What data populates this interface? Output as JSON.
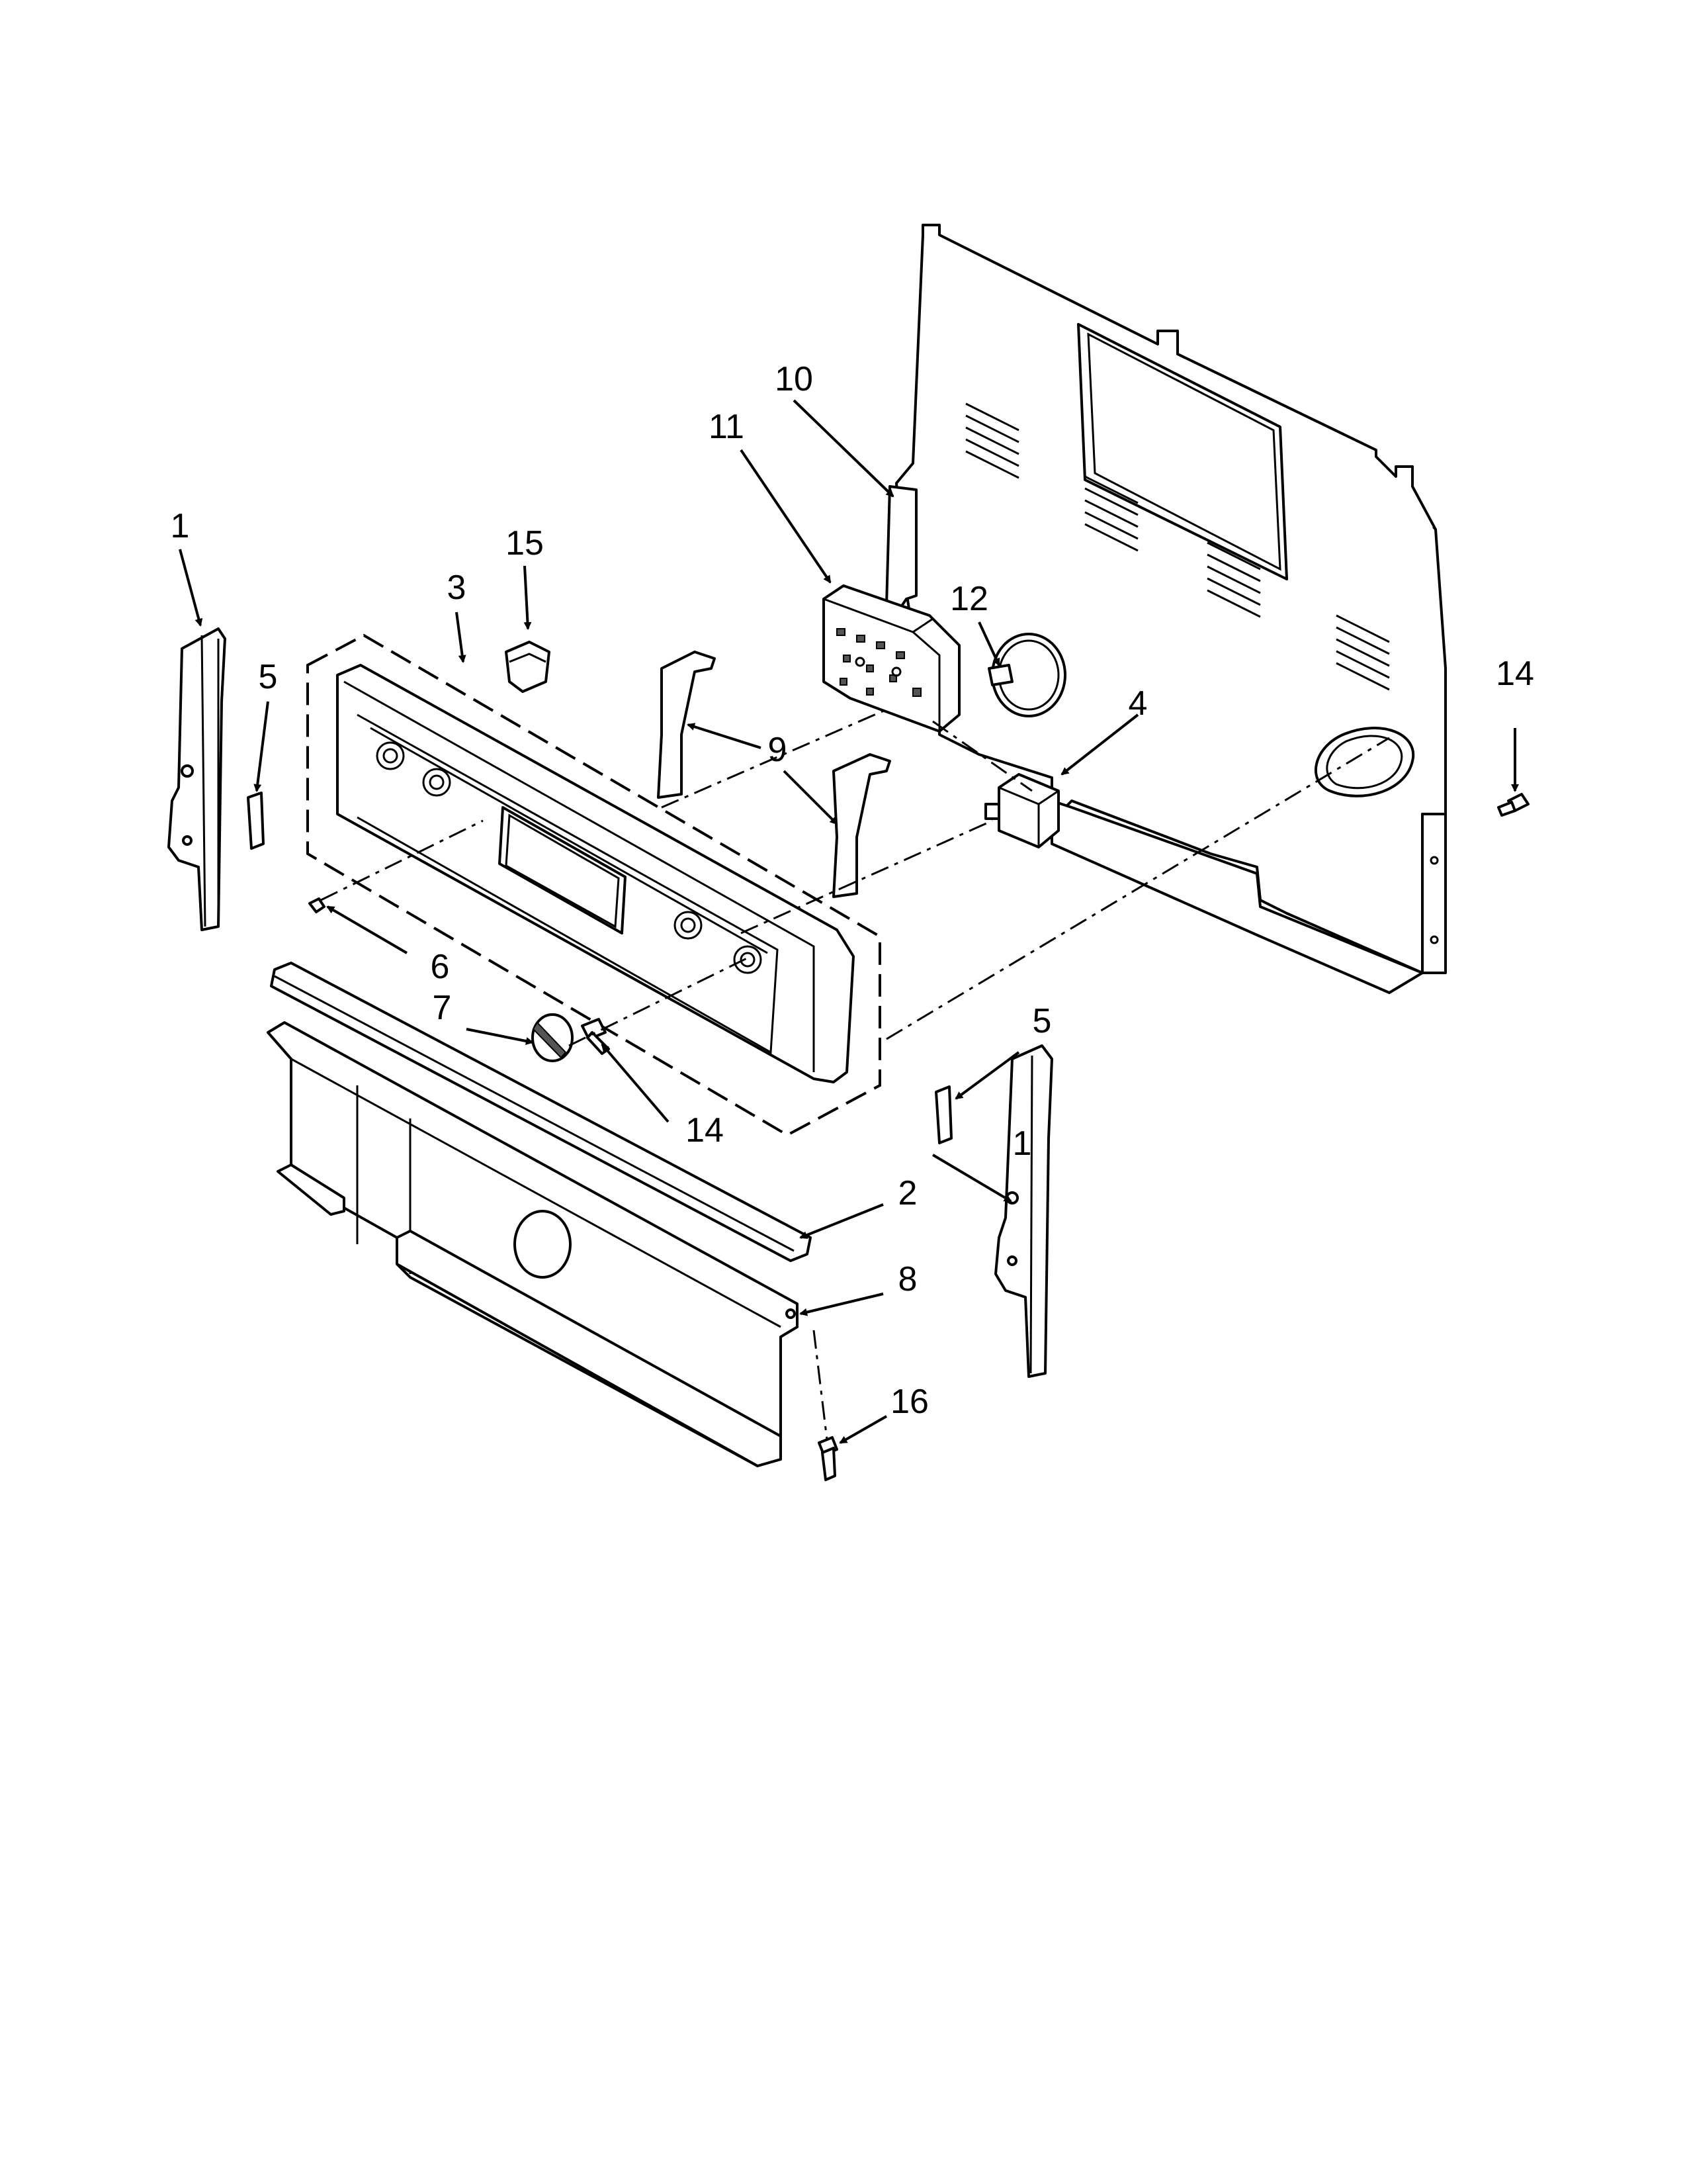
{
  "callouts": [
    {
      "id": "c1a",
      "text": "1"
    },
    {
      "id": "c1b",
      "text": "1"
    },
    {
      "id": "c2",
      "text": "2"
    },
    {
      "id": "c3",
      "text": "3"
    },
    {
      "id": "c4",
      "text": "4"
    },
    {
      "id": "c5a",
      "text": "5"
    },
    {
      "id": "c5b",
      "text": "5"
    },
    {
      "id": "c6",
      "text": "6"
    },
    {
      "id": "c7",
      "text": "7"
    },
    {
      "id": "c8",
      "text": "8"
    },
    {
      "id": "c9",
      "text": "9"
    },
    {
      "id": "c10",
      "text": "10"
    },
    {
      "id": "c11",
      "text": "11"
    },
    {
      "id": "c12",
      "text": "12"
    },
    {
      "id": "c14a",
      "text": "14"
    },
    {
      "id": "c14b",
      "text": "14"
    },
    {
      "id": "c15",
      "text": "15"
    },
    {
      "id": "c16",
      "text": "16"
    }
  ]
}
